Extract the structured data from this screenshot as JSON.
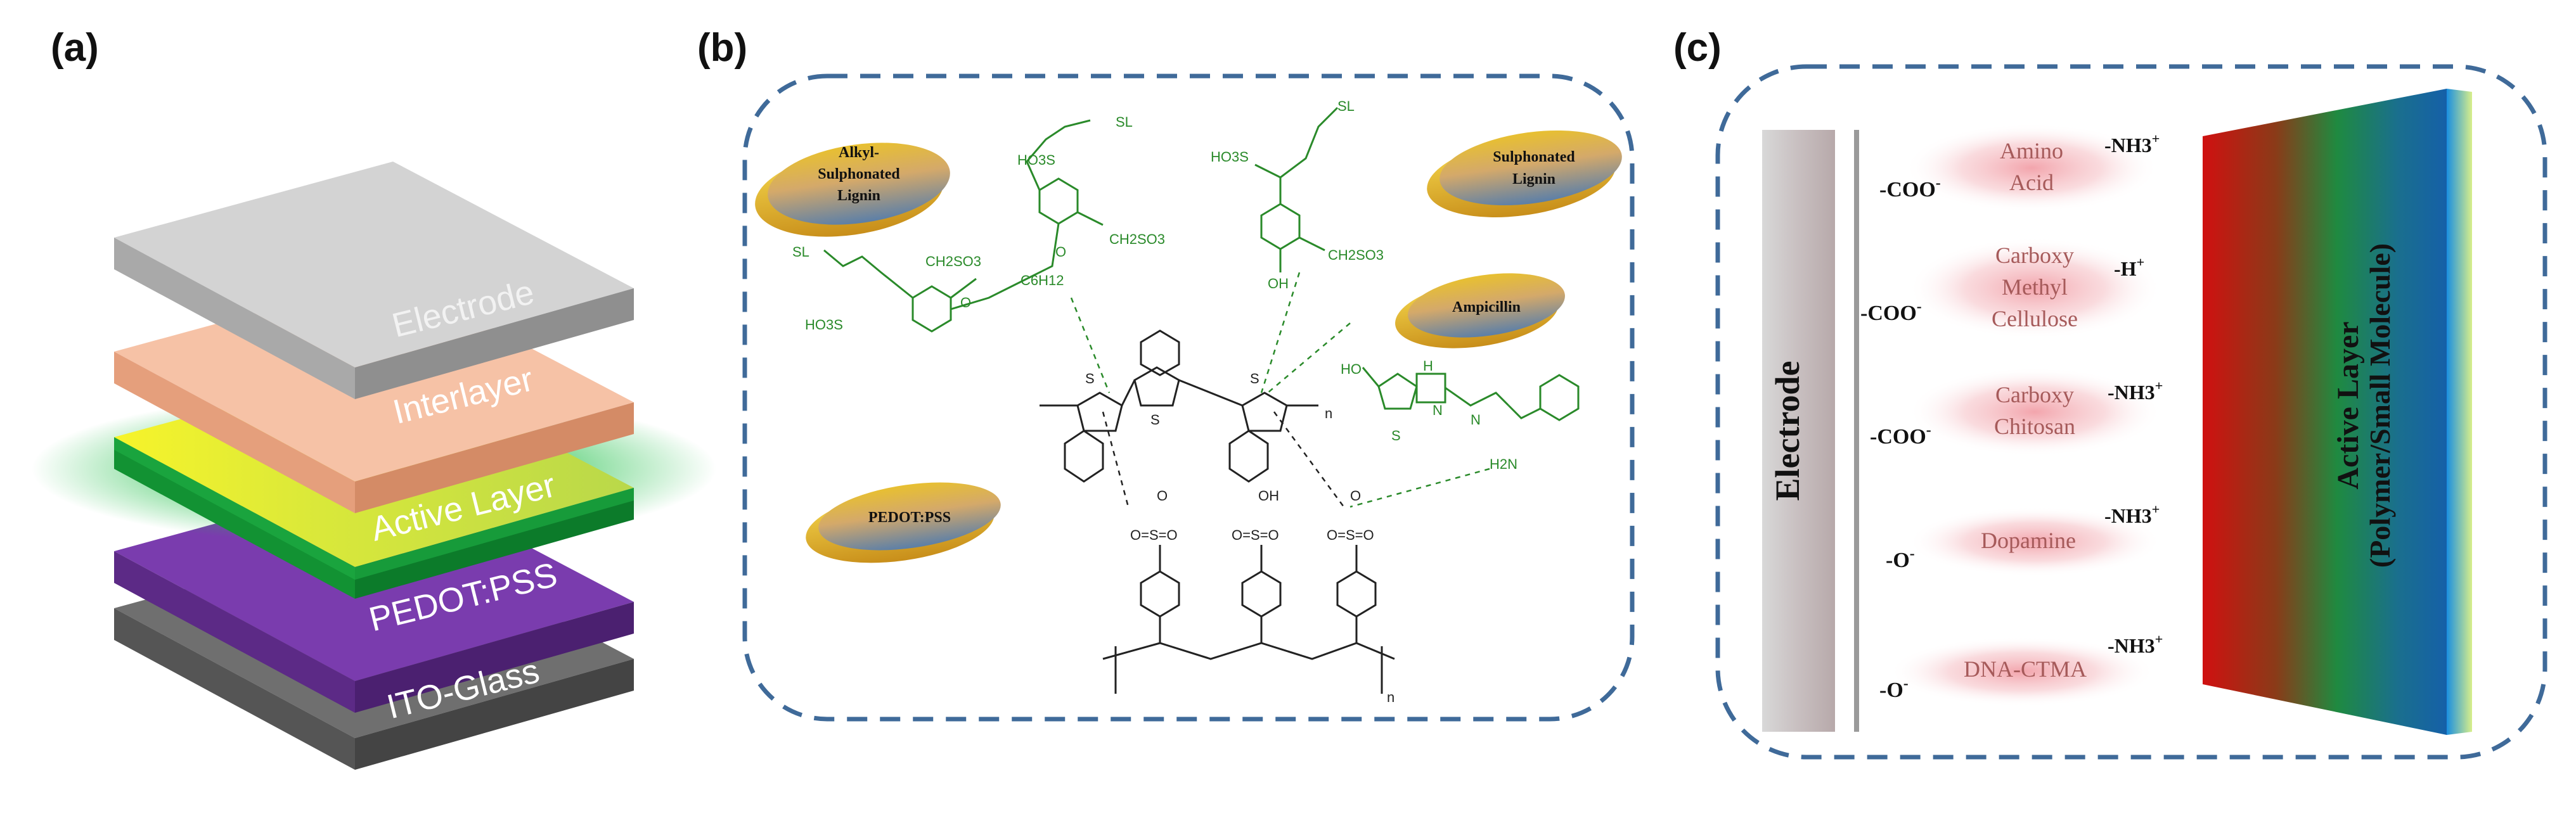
{
  "panels": {
    "a": {
      "label": "(a)"
    },
    "b": {
      "label": "(b)"
    },
    "c": {
      "label": "(c)"
    }
  },
  "stack": {
    "layers": [
      {
        "name": "Electrode",
        "color": "#c9c9c9"
      },
      {
        "name": "Interlayer",
        "color": "#f4b894"
      },
      {
        "name": "Active Layer",
        "color": "#1faa3c"
      },
      {
        "name": "PEDOT:PSS",
        "color": "#7030a0"
      },
      {
        "name": "ITO-Glass",
        "color": "#7a7a7a"
      }
    ]
  },
  "panel_b": {
    "ellipses": {
      "alkyl": "Alkyl-\nSulphonated\nLignin",
      "sulphonated": "Sulphonated\nLignin",
      "ampicillin": "Ampicillin",
      "pedot": "PEDOT:PSS"
    },
    "chem": {
      "sl": "SL",
      "ho3s": "HO3S",
      "s": "S",
      "oh": "OH",
      "o": "O",
      "h2n": "H2N",
      "h": "H",
      "n": "N",
      "ho": "HO",
      "nsub": "n",
      "ch2so3": "CH2SO3",
      "c6h12": "C6H12",
      "o_so_o": "O=S=O",
      "o_minus": "O"
    }
  },
  "panel_c": {
    "electrode": "Electrode",
    "active_layer_line1": "Active Layer",
    "active_layer_line2": "(Polymer/Small Molecule)",
    "rows": [
      {
        "anion": "-COO",
        "name_l1": "Amino",
        "name_l2": "Acid",
        "name_l3": "",
        "cation": "-NH3"
      },
      {
        "anion": "-COO",
        "name_l1": "Carboxy",
        "name_l2": "Methyl",
        "name_l3": "Cellulose",
        "cation": "-H"
      },
      {
        "anion": "-COO",
        "name_l1": "Carboxy",
        "name_l2": "Chitosan",
        "name_l3": "",
        "cation": "-NH3"
      },
      {
        "anion": "-O",
        "name_l1": "Dopamine",
        "name_l2": "",
        "name_l3": "",
        "cation": "-NH3"
      },
      {
        "anion": "-O",
        "name_l1": "DNA-CTMA",
        "name_l2": "",
        "name_l3": "",
        "cation": "-NH3"
      }
    ]
  }
}
